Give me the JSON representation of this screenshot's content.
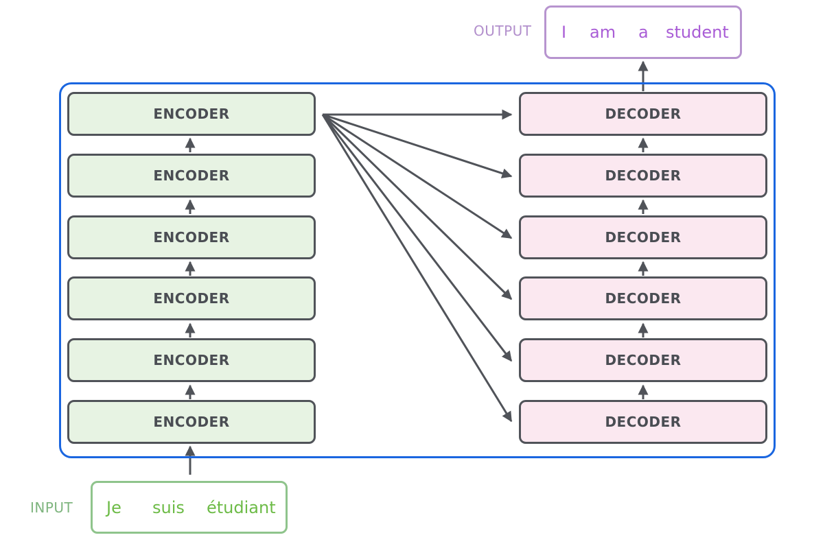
{
  "output": {
    "label": "OUTPUT",
    "tokens": [
      "I",
      "am",
      "a",
      "student"
    ],
    "color": "#a95dd6"
  },
  "input": {
    "label": "INPUT",
    "tokens": [
      "Je",
      "suis",
      "étudiant"
    ],
    "color": "#6dbb47"
  },
  "encoders": [
    "ENCODER",
    "ENCODER",
    "ENCODER",
    "ENCODER",
    "ENCODER",
    "ENCODER"
  ],
  "decoders": [
    "DECODER",
    "DECODER",
    "DECODER",
    "DECODER",
    "DECODER",
    "DECODER"
  ],
  "colors": {
    "container_border": "#1a66e0",
    "encoder_fill": "#e7f3e3",
    "decoder_fill": "#fbe8f0",
    "block_border": "#505359",
    "arrow": "#505359"
  }
}
